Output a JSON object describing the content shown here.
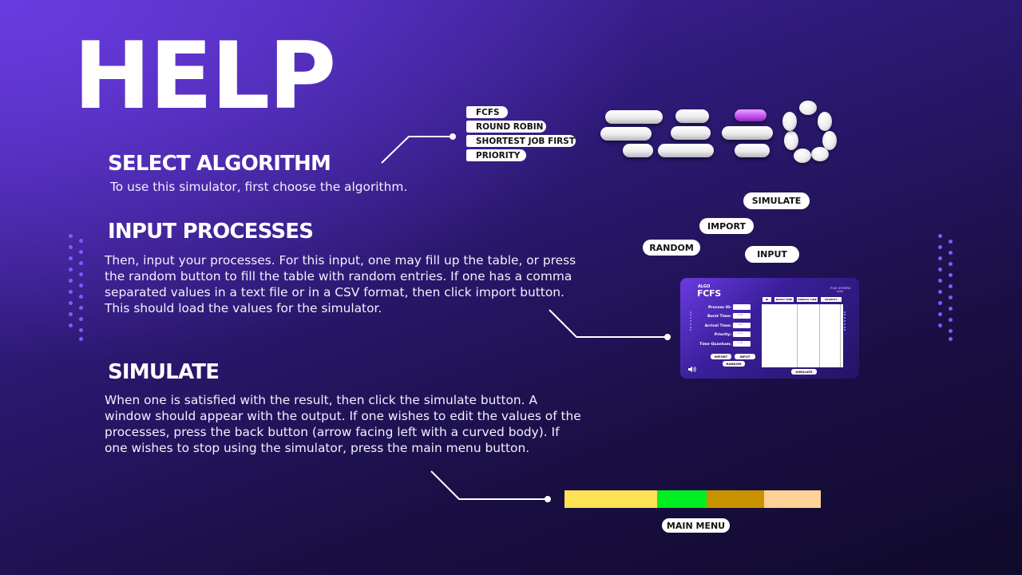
{
  "page": {
    "title": "HELP"
  },
  "sections": {
    "select": {
      "title": "SELECT ALGORITHM",
      "text": "To use this simulator, first choose the algorithm."
    },
    "input": {
      "title": "INPUT PROCESSES",
      "text_lines": [
        "Then, input your processes. For this input, one may fill up the table, or press",
        "the random button to fill the table with random entries. If one has a comma",
        "separated values in a text file or in a CSV format, then click import button.",
        "This should load the values for the simulator."
      ]
    },
    "simulate": {
      "title": "SIMULATE",
      "text_lines": [
        "When one is satisfied with the result, then click the simulate button. A",
        "window should appear with the output. If one wishes to edit the values of the",
        "processes, press the back button (arrow facing left with a curved body). If",
        "one wishes to stop using the simulator, press the main menu button."
      ]
    }
  },
  "algorithms": [
    "FCFS",
    "ROUND ROBIN",
    "SHORTEST JOB FIRST",
    "PRIORITY"
  ],
  "buttons": {
    "simulate": "SIMULATE",
    "import": "IMPORT",
    "random": "RANDOM",
    "input": "INPUT",
    "main_menu": "MAIN MENU"
  },
  "mini_window": {
    "brand_small": "ALGO",
    "brand_large": "FCFS",
    "corner_text_1": "FILE OTHERS",
    "corner_text_2": "LOG",
    "fields": [
      "Process ID:",
      "Burst Time:",
      "Arrival Time:",
      "Priority:",
      "Time Quantum:"
    ],
    "field_values": [
      "",
      "1-10",
      "1-10",
      "1-10",
      "1-10"
    ],
    "table_headers": [
      "ID",
      "BURST TIME",
      "ARRIVAL TIME",
      "PRIORITY"
    ],
    "buttons": {
      "import": "IMPORT",
      "input": "INPUT",
      "random": "RANDOM",
      "simulate": "SIMULATE"
    }
  },
  "gantt": {
    "colors": [
      "#ffe156",
      "#00ee22",
      "#c99300",
      "#ffd295"
    ]
  },
  "icons": {
    "speaker": "speaker-icon"
  }
}
